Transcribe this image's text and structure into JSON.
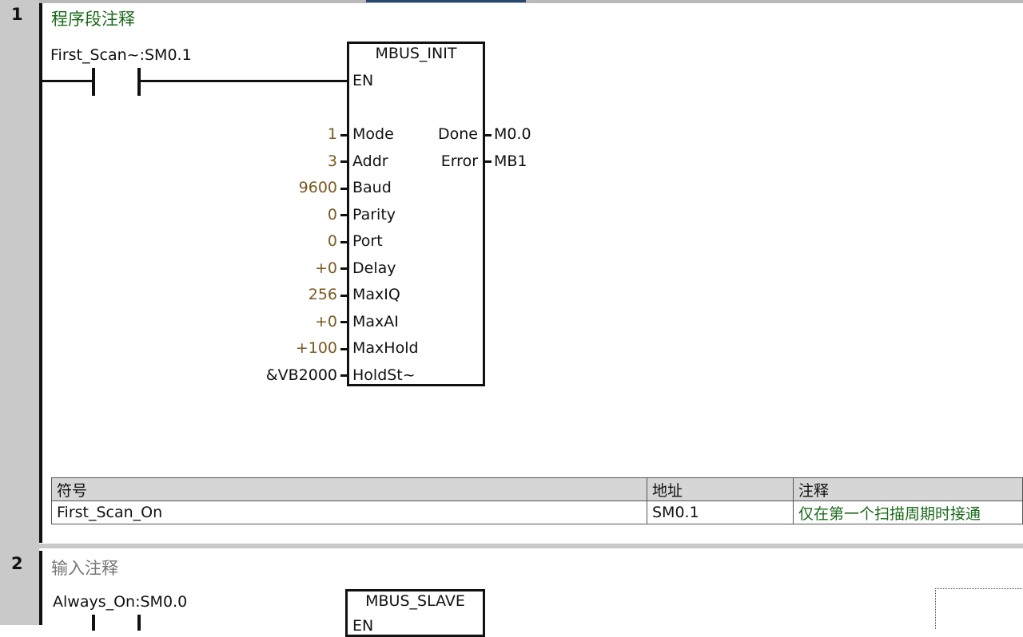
{
  "network1": {
    "number": "1",
    "comment": "程序段注释",
    "contact_label": "First_Scan~:SM0.1",
    "block": {
      "title": "MBUS_INIT",
      "enable": "EN",
      "inputs": [
        {
          "pin": "Mode",
          "value": "1"
        },
        {
          "pin": "Addr",
          "value": "3"
        },
        {
          "pin": "Baud",
          "value": "9600"
        },
        {
          "pin": "Parity",
          "value": "0"
        },
        {
          "pin": "Port",
          "value": "0"
        },
        {
          "pin": "Delay",
          "value": "+0"
        },
        {
          "pin": "MaxIQ",
          "value": "256"
        },
        {
          "pin": "MaxAI",
          "value": "+0"
        },
        {
          "pin": "MaxHold",
          "value": "+100"
        },
        {
          "pin": "HoldSt~",
          "value": "&VB2000"
        }
      ],
      "outputs": [
        {
          "pin": "Done",
          "value": "M0.0"
        },
        {
          "pin": "Error",
          "value": "MB1"
        }
      ]
    },
    "symbol_table": {
      "headers": [
        "符号",
        "地址",
        "注释"
      ],
      "rows": [
        {
          "symbol": "First_Scan_On",
          "address": "SM0.1",
          "comment": "仅在第一个扫描周期时接通"
        }
      ]
    }
  },
  "network2": {
    "number": "2",
    "comment": "输入注释",
    "contact_label": "Always_On:SM0.0",
    "block": {
      "title": "MBUS_SLAVE",
      "enable": "EN"
    }
  },
  "colors": {
    "gutter": "#c9c9c9",
    "comment_green": "#1a6a1a",
    "constant_brown": "#7a5a1f",
    "header_gray": "#d6d6d6"
  }
}
